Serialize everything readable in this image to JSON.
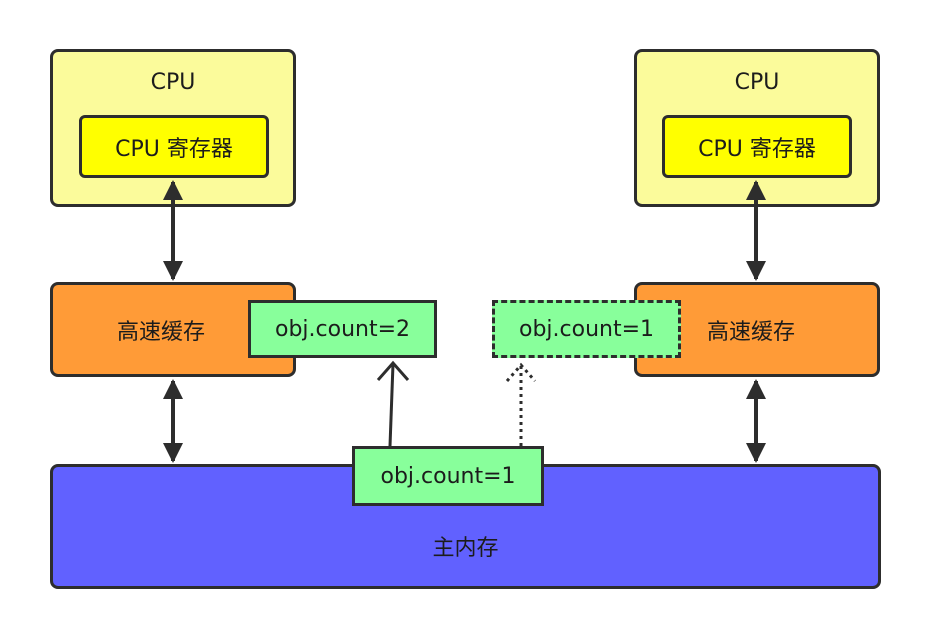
{
  "left_cpu": {
    "title": "CPU",
    "register": "CPU 寄存器",
    "cache": "高速缓存",
    "cache_value": "obj.count=2"
  },
  "right_cpu": {
    "title": "CPU",
    "register": "CPU 寄存器",
    "cache": "高速缓存",
    "cache_value": "obj.count=1"
  },
  "main_memory": {
    "label": "主内存",
    "value": "obj.count=1"
  },
  "colors": {
    "cpu_fill": "#fbfb9b",
    "register_fill": "#ffff00",
    "cache_fill": "#ff9b37",
    "memory_fill": "#6161ff",
    "value_fill": "#88ff9b",
    "stroke": "#2d2d2d"
  }
}
